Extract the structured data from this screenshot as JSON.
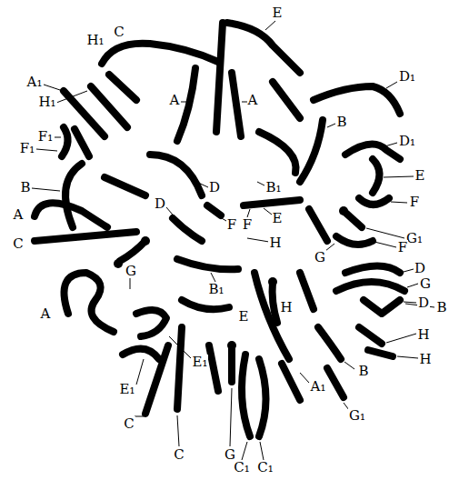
{
  "diagram": {
    "labels": [
      "E",
      "C",
      "H₁",
      "A₁",
      "D₁",
      "A",
      "A",
      "H₁",
      "B",
      "F₁",
      "D₁",
      "F₁",
      "E",
      "B",
      "D",
      "B₁",
      "D",
      "F",
      "A",
      "E",
      "F",
      "F",
      "G₁",
      "C",
      "H",
      "F",
      "G",
      "D",
      "G",
      "G",
      "B₁",
      "D",
      "A",
      "H",
      "E",
      "B",
      "H",
      "E₁",
      "H",
      "B",
      "A₁",
      "E₁",
      "G₁",
      "C",
      "C",
      "G",
      "C₁",
      "C₁"
    ]
  }
}
